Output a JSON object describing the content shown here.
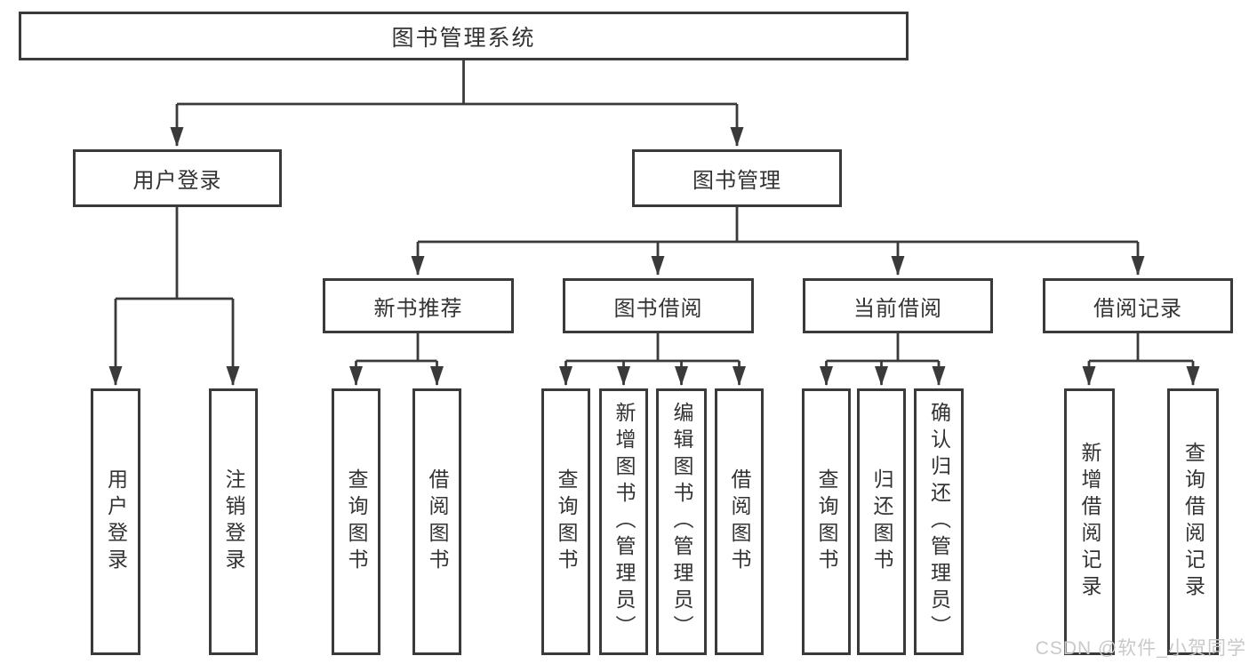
{
  "diagram_title": "图书管理系统",
  "watermark": "CSDN @软件_小贺同学",
  "colors": {
    "line": "#3a3a3a",
    "text": "#333333",
    "watermark": "#c9c9c9",
    "background": "#ffffff"
  },
  "tree": {
    "root": "图书管理系统",
    "branches": [
      {
        "label": "用户登录",
        "children": [
          "用户登录",
          "注销登录"
        ]
      },
      {
        "label": "图书管理",
        "children": [
          {
            "label": "新书推荐",
            "children": [
              "查询图书",
              "借阅图书"
            ]
          },
          {
            "label": "图书借阅",
            "children": [
              "查询图书",
              "新增图书（管理员）",
              "编辑图书（管理员）",
              "借阅图书"
            ]
          },
          {
            "label": "当前借阅",
            "children": [
              "查询图书",
              "归还图书",
              "确认归还（管理员）"
            ]
          },
          {
            "label": "借阅记录",
            "children": [
              "新增借阅记录",
              "查询借阅记录"
            ]
          }
        ]
      }
    ]
  }
}
